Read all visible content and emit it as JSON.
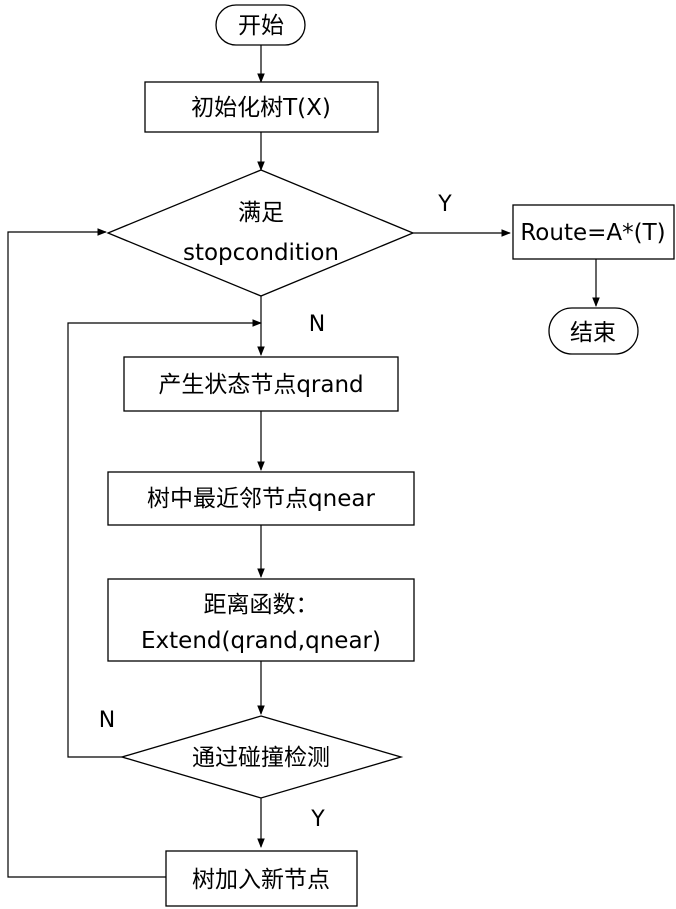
{
  "nodes": {
    "start": "开始",
    "init_tree": "初始化树T(X)",
    "stop_check_line1": "满足",
    "stop_check_line2": "stopcondition",
    "route": "Route=A*(T)",
    "end": "结束",
    "gen_state": "产生状态节点qrand",
    "nearest": "树中最近邻节点qnear",
    "distance_line1": "距离函数：",
    "distance_line2": "Extend(qrand,qnear)",
    "collision": "通过碰撞检测",
    "add_node": "树加入新节点"
  },
  "edge_labels": {
    "stop_yes": "Y",
    "stop_no": "N",
    "collision_no": "N",
    "collision_yes": "Y"
  }
}
